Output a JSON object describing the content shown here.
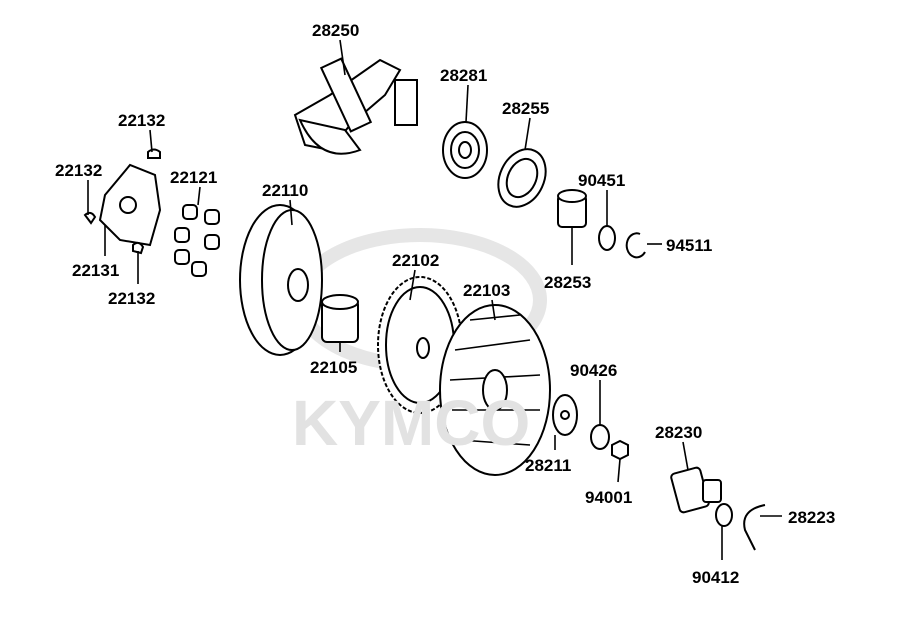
{
  "diagram": {
    "watermark": "KYMCO",
    "part_labels": [
      "28250",
      "28281",
      "28255",
      "22132",
      "22132",
      "22121",
      "22110",
      "90451",
      "94511",
      "22102",
      "22103",
      "28253",
      "22131",
      "22132",
      "22105",
      "90426",
      "28230",
      "28211",
      "94001",
      "28223",
      "90412"
    ]
  }
}
